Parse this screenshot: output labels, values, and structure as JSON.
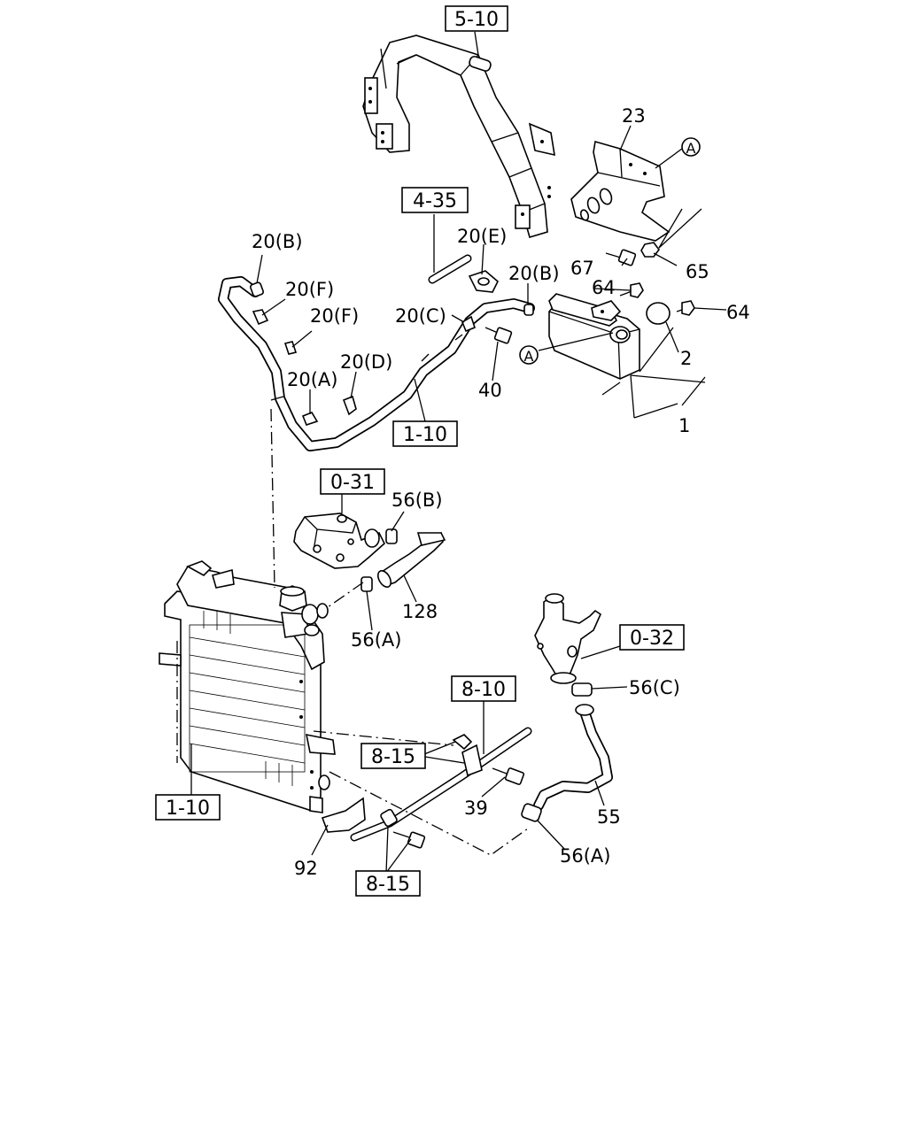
{
  "references": {
    "r_5_10": "5-10",
    "r_4_35": "4-35",
    "r_1_10_top": "1-10",
    "r_0_31": "0-31",
    "r_0_32": "0-32",
    "r_8_10": "8-10",
    "r_8_15_top": "8-15",
    "r_8_15_bottom": "8-15",
    "r_1_10_left": "1-10"
  },
  "labels": {
    "l_23": "23",
    "l_a_top": "A",
    "l_a_tank": "A",
    "l_67": "67",
    "l_65": "65",
    "l_64_a": "64",
    "l_64_b": "64",
    "l_2": "2",
    "l_1": "1",
    "l_20b_left": "20(B)",
    "l_20f_a": "20(F)",
    "l_20f_b": "20(F)",
    "l_20e": "20(E)",
    "l_20b_right": "20(B)",
    "l_20c": "20(C)",
    "l_20a": "20(A)",
    "l_20d": "20(D)",
    "l_40": "40",
    "l_56b": "56(B)",
    "l_128": "128",
    "l_56a_top": "56(A)",
    "l_56c": "56(C)",
    "l_39": "39",
    "l_55": "55",
    "l_56a_bottom": "56(A)",
    "l_92": "92"
  }
}
